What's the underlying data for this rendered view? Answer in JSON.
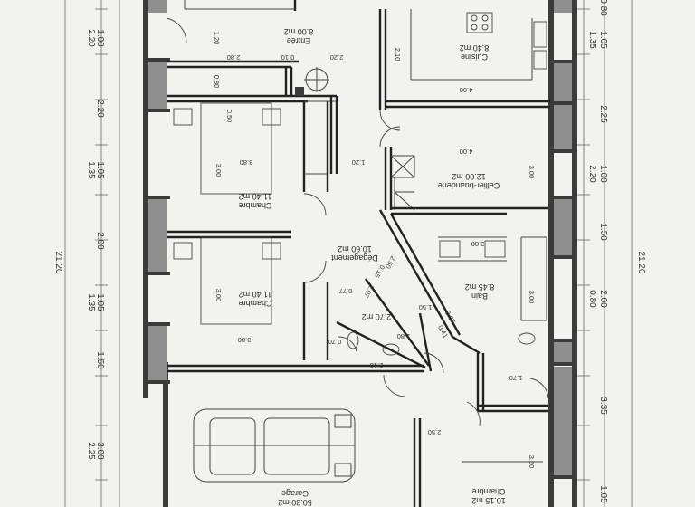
{
  "rooms": {
    "entree": {
      "name": "Entrée",
      "area": "8.00 m2"
    },
    "cuisine": {
      "name": "Cuisine",
      "area": "8.40 m2"
    },
    "chambre1": {
      "name": "Chambre",
      "area": "11.40 m2"
    },
    "cellier": {
      "name": "Cellier-buanderie",
      "area": "12.00 m2"
    },
    "degagement": {
      "name": "Dégagement",
      "area": "10.60 m2"
    },
    "chambre2": {
      "name": "Chambre",
      "area": "11.40 m2"
    },
    "bain": {
      "name": "Bain",
      "area": "8.45 m2"
    },
    "wc": {
      "area": "2.70 m2"
    },
    "garage": {
      "name": "Garage",
      "area": "50.30 m2"
    },
    "chambre3": {
      "name": "Chambre",
      "area": "10.15 m2"
    }
  },
  "dims": {
    "left_total": "21.20",
    "right_total": "21.20",
    "left": [
      "1.00",
      "2.20",
      "2.20",
      "1.05",
      "1.35",
      "2.00",
      "1.35",
      "1.05",
      "1.50",
      "2.25",
      "3.00"
    ],
    "right": [
      "0.80",
      "1.05",
      "1.35",
      "2.25",
      "2.20",
      "1.00",
      "1.50",
      "0.80",
      "2.00",
      "3.35",
      "1.05"
    ],
    "inner": {
      "d_280": "2.80",
      "d_010": "0.10",
      "d_220": "2.20",
      "d_120": "1.20",
      "d_080": "0.80",
      "d_210": "2.10",
      "d_400a": "4.00",
      "d_400b": "4.00",
      "d_300a": "3.00",
      "d_380a": "3.80",
      "d_050": "0.50",
      "d_120b": "1.20",
      "d_300b": "3.00",
      "d_380b": "3.80",
      "d_300c": "3.00",
      "d_077": "0.77",
      "d_207": "2.07",
      "d_015": "0.15",
      "d_250": "2.50",
      "d_070": "0.70",
      "d_380c": "3.80",
      "d_210b": "2.10",
      "d_150": "1.50",
      "d_180": "1.80",
      "d_041": "0.41",
      "d_207b": "2.07",
      "d_350": "3.50",
      "d_250b": "2.50",
      "d_170": "1.70",
      "d_300d": "3.00"
    }
  }
}
